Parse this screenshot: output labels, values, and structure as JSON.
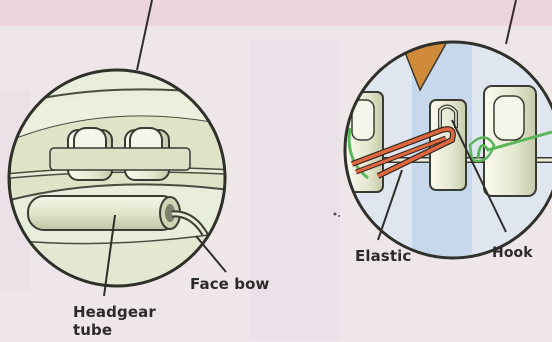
{
  "labels": {
    "headgear_tube": [
      "Headgear",
      "tube"
    ],
    "face_bow": "Face bow",
    "elastic": "Elastic",
    "hook": "Hook"
  },
  "colors": {
    "page": "#efe6ea",
    "circle_fill": "#e9eddc",
    "outline": "#3a3b33",
    "elastic": "#e0673e",
    "wire_green": "#5bb55a",
    "tooth_orange": "#cf8a3a",
    "tooth_blue": "#c7d8ec"
  }
}
